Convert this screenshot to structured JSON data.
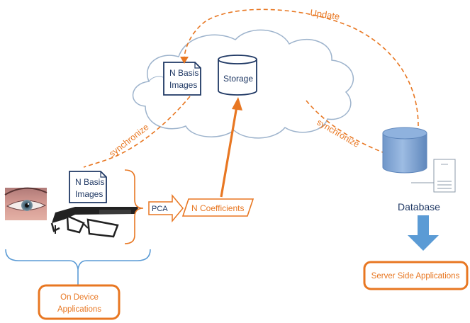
{
  "cloud": {
    "basis_doc": {
      "line1": "N Basis",
      "line2": "Images"
    },
    "storage_label": "Storage"
  },
  "connectors": {
    "update_label": "Update",
    "sync_left_label": "synchronize",
    "sync_right_label": "synchronize"
  },
  "device": {
    "basis_doc": {
      "line1": "N Basis",
      "line2": "Images"
    },
    "pca_label": "PCA",
    "coefficients_label": "N Coefficients",
    "applications": {
      "line1": "On Device",
      "line2": "Applications"
    }
  },
  "server": {
    "database_label": "Database",
    "applications_label": "Server Side Applications"
  },
  "colors": {
    "orange": "#E87722",
    "doc_border": "#1F3864",
    "blue_arrow": "#5B9BD5",
    "cloud_stroke": "#9DB3CC",
    "cylinder_fill": "#7FA7D6",
    "text_dark": "#1F3864"
  }
}
